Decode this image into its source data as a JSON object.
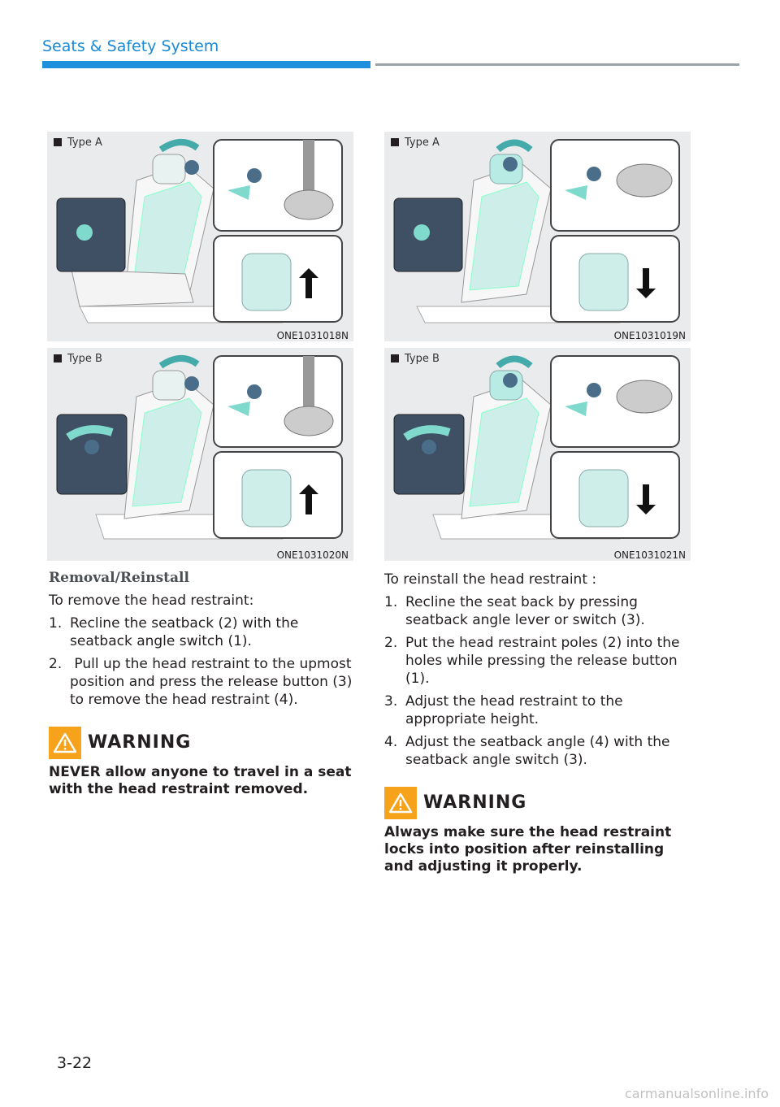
{
  "header": {
    "section_title": "Seats & Safety System"
  },
  "figures": [
    {
      "type_label": "Type A",
      "code": "ONE1031018N"
    },
    {
      "type_label": "Type B",
      "code": "ONE1031020N"
    },
    {
      "type_label": "Type A",
      "code": "ONE1031019N"
    },
    {
      "type_label": "Type B",
      "code": "ONE1031021N"
    }
  ],
  "left_column": {
    "subheading": "Removal/Reinstall",
    "intro": "To remove the head restraint:",
    "steps": [
      {
        "num": "1.",
        "text": "Recline the seatback (2) with the seatback angle switch (1)."
      },
      {
        "num": "2.",
        "text": " Pull up the head restraint to the upmost position and press the release button (3) to remove the head restraint (4)."
      }
    ],
    "warning": {
      "title": "WARNING",
      "text": "NEVER allow anyone to travel in a seat with the head restraint removed."
    }
  },
  "right_column": {
    "intro": "To reinstall the head restraint :",
    "steps": [
      {
        "num": "1.",
        "text": "Recline the seat back by pressing seatback angle lever or switch (3)."
      },
      {
        "num": "2.",
        "text": "Put the head restraint poles (2) into the holes while pressing the release button (1)."
      },
      {
        "num": "3.",
        "text": "Adjust the head restraint to the appropriate height."
      },
      {
        "num": "4.",
        "text": "Adjust the seatback angle (4) with the seatback angle switch (3)."
      }
    ],
    "warning": {
      "title": "WARNING",
      "text": "Always make sure the head restraint locks into position after reinstalling and adjusting it properly."
    }
  },
  "footer": {
    "page_number": "3-22",
    "watermark": "carmanualsonline.info"
  },
  "colors": {
    "accent_blue": "#1e90dc",
    "warning_orange": "#f6a31b",
    "callout_teal": "#7fd9cc",
    "figure_bg": "#e9ebec"
  },
  "icons": [
    "warning-icon",
    "arrow-up-icon",
    "arrow-down-icon",
    "rotate-arrow-icon"
  ]
}
